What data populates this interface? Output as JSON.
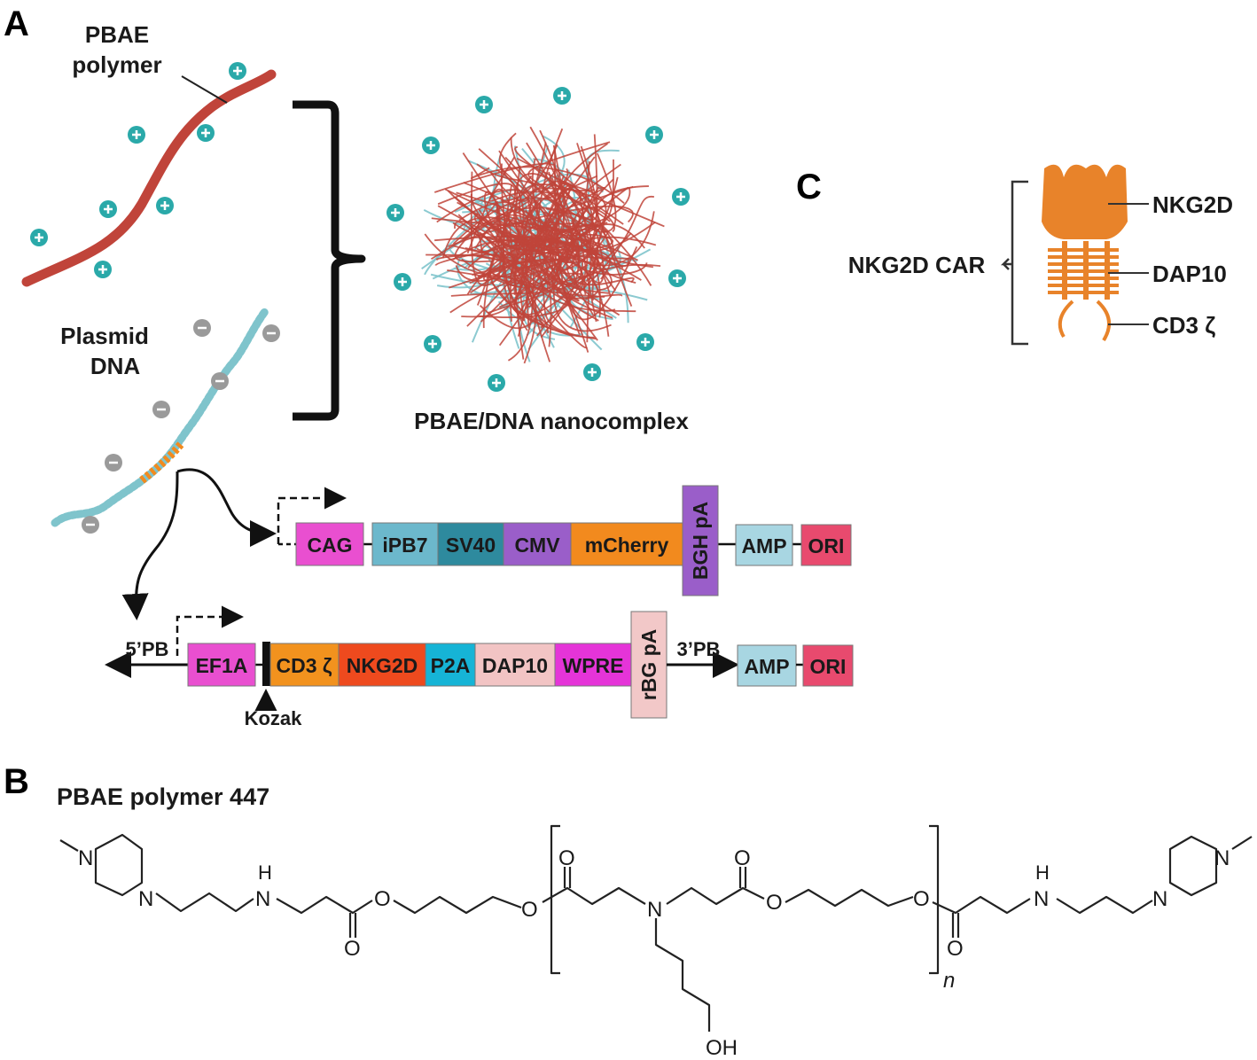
{
  "panels": {
    "a": "A",
    "b": "B",
    "c": "C"
  },
  "panel_a": {
    "polymer_label": [
      "PBAE",
      "polymer"
    ],
    "plasmid_label": [
      "Plasmid",
      "DNA"
    ],
    "nanocomplex_label": "PBAE/DNA nanocomplex",
    "construct1": {
      "blocks": [
        "CAG",
        "iPB7",
        "SV40",
        "CMV",
        "mCherry",
        "BGH pA",
        "AMP",
        "ORI"
      ]
    },
    "construct2": {
      "left_end": "5’PB",
      "right_end": "3’PB",
      "kozak": "Kozak",
      "blocks": [
        "EF1A",
        "CD3 ζ",
        "NKG2D",
        "P2A",
        "DAP10",
        "WPRE",
        "rBG pA",
        "AMP",
        "ORI"
      ]
    }
  },
  "panel_b": {
    "title": "PBAE polymer 447",
    "atoms": {
      "N": "N",
      "NH": "H",
      "O": "O",
      "OH": "OH",
      "n": "n"
    }
  },
  "panel_c": {
    "car_label": "NKG2D CAR",
    "parts": [
      "NKG2D",
      "DAP10",
      "CD3 ζ"
    ]
  },
  "colors": {
    "polymer": "#c0443a",
    "dna": "#7fc4cc",
    "charge_pos": "#2aa9a9",
    "charge_neg": "#9a9a9a",
    "car_orange": "#e8832a",
    "CAG": "#e94fd0",
    "iPB7": "#6cb8cc",
    "SV40": "#2e8a9e",
    "CMV": "#9a5ec9",
    "mCherry": "#f28a1e",
    "BGH": "#9a5ec9",
    "AMP": "#a8d6e2",
    "ORI": "#e84a6e",
    "EF1A": "#e94fd0",
    "CD3": "#f2921e",
    "NKG2D": "#ee4a1e",
    "P2A": "#16b4d6",
    "DAP10": "#f2c4c4",
    "WPRE": "#e534d8",
    "rBG": "#f2c8c8"
  }
}
